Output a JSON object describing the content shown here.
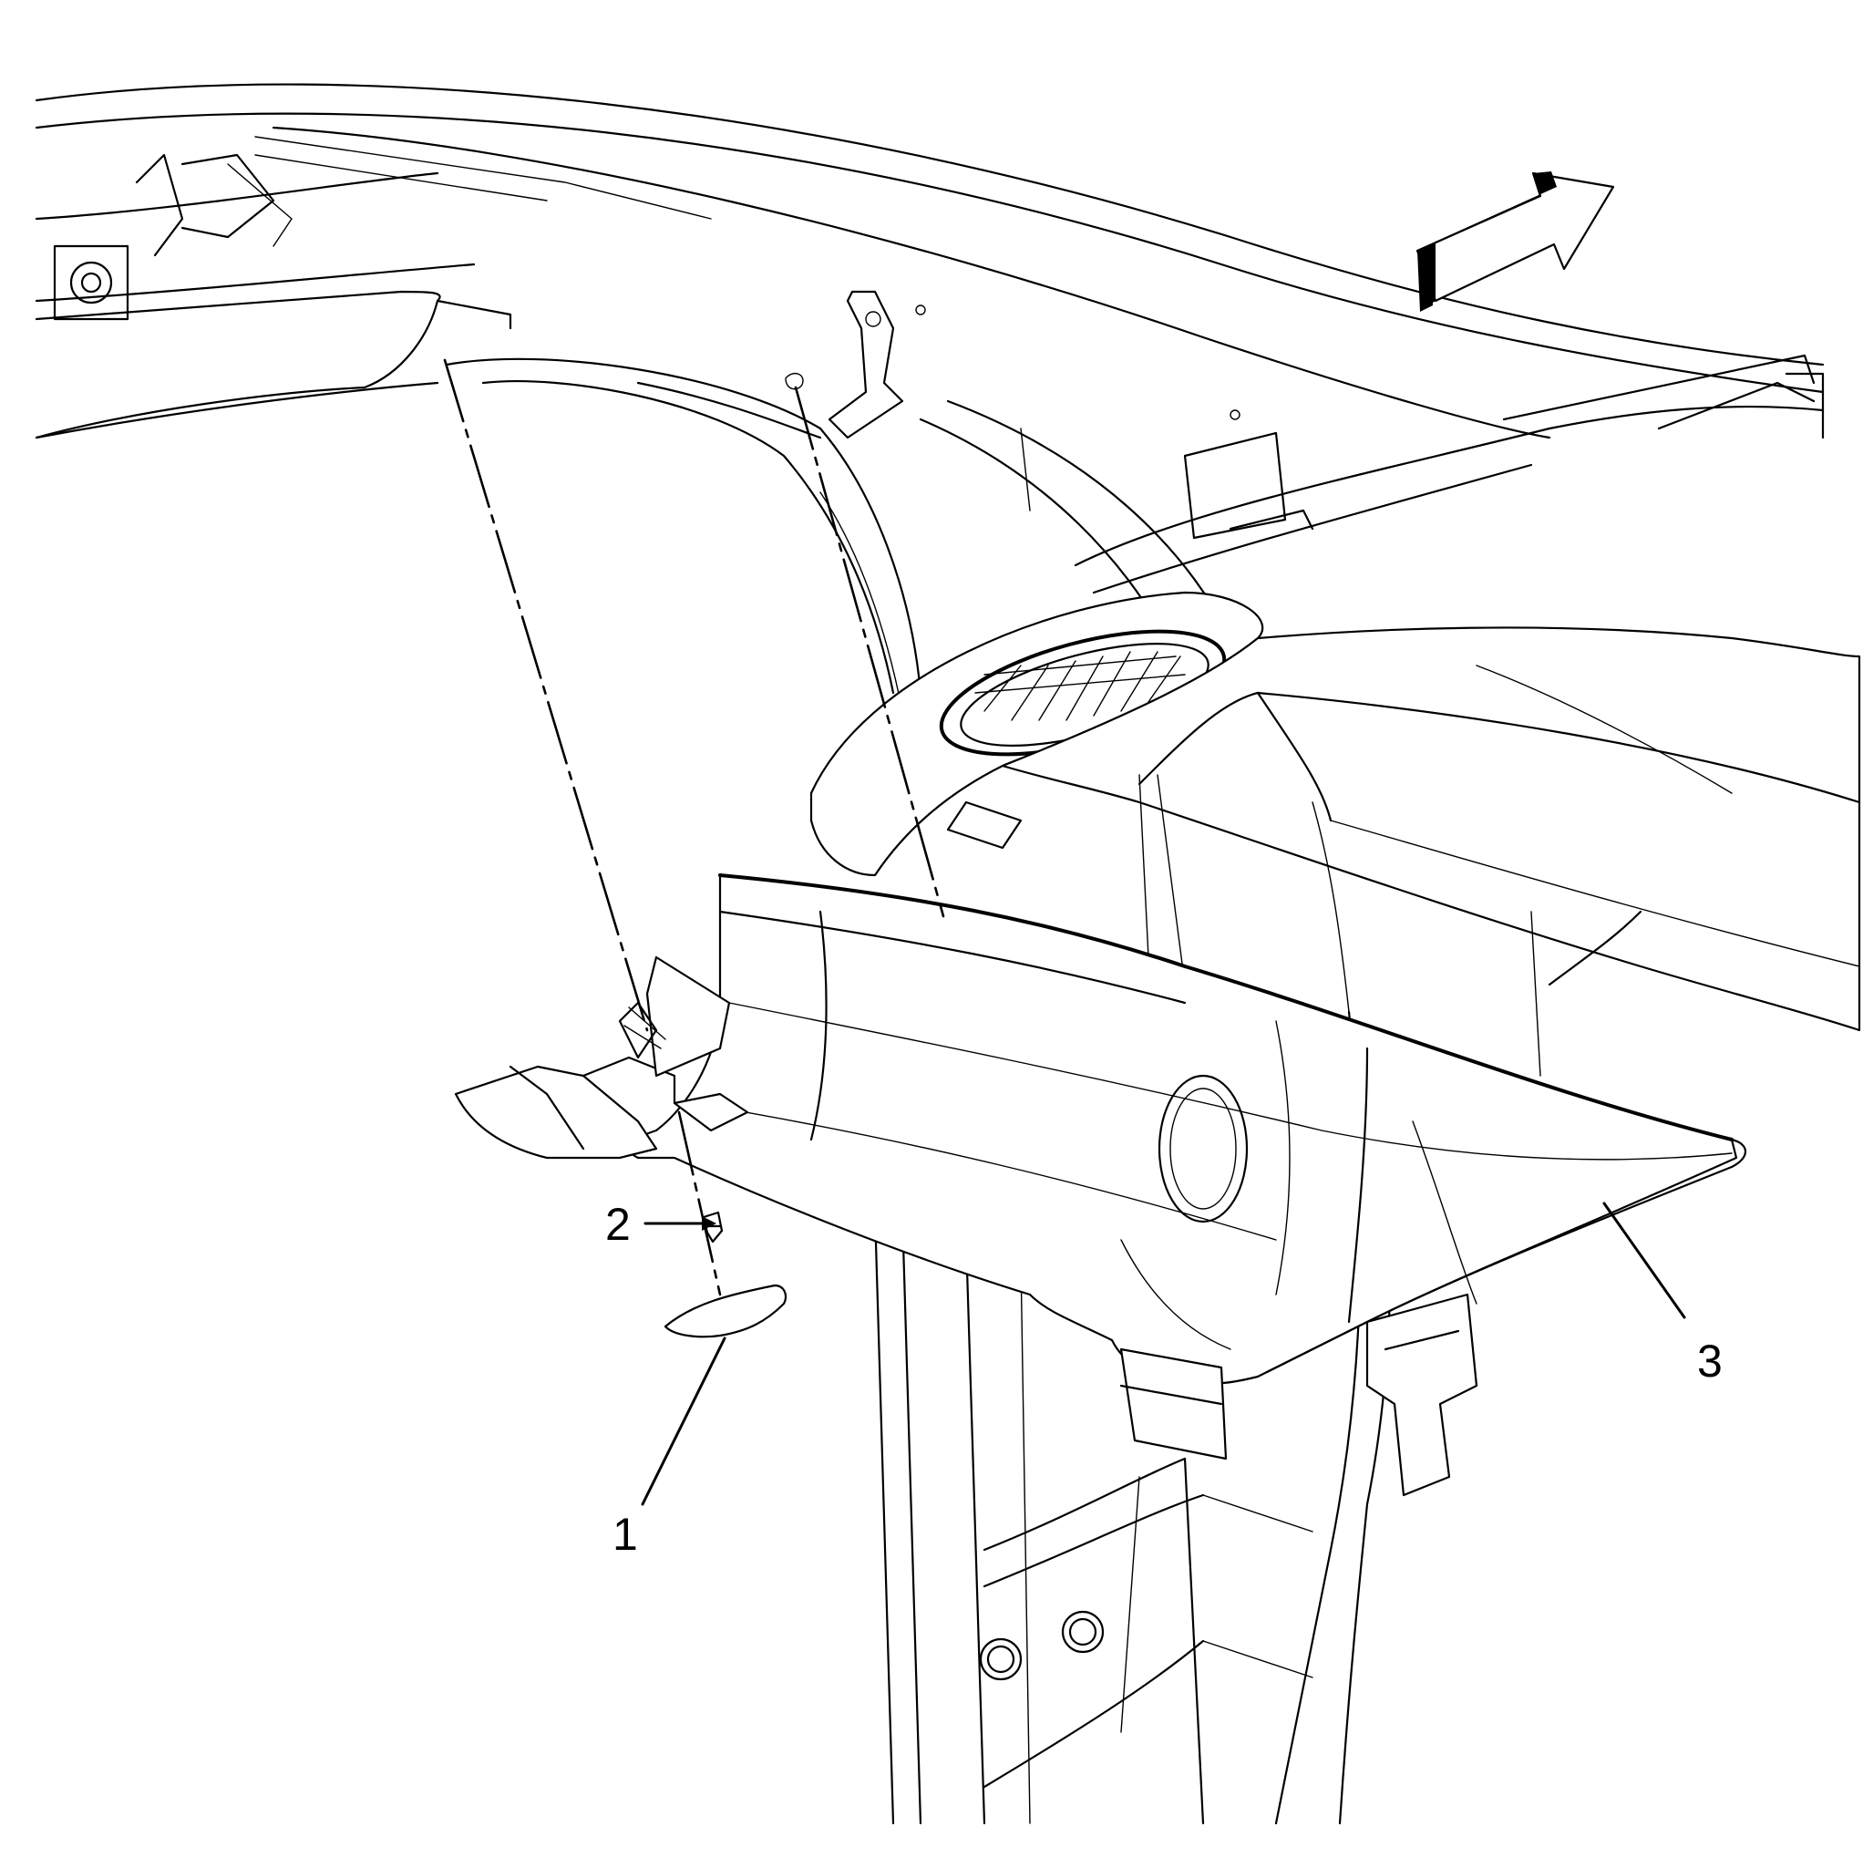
{
  "callouts": {
    "c1": "1",
    "c2": "2",
    "c3": "3"
  },
  "icons": {
    "direction_arrow": "front-direction-arrow-icon"
  },
  "colors": {
    "line": "#000000",
    "background": "#ffffff"
  }
}
